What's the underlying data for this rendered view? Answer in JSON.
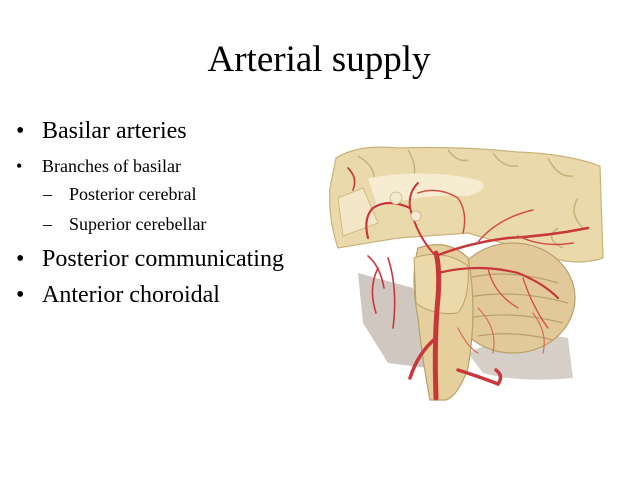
{
  "slide": {
    "title": "Arterial supply",
    "bullets": [
      {
        "mark": "•",
        "text": "Basilar arteries"
      },
      {
        "mark": "•",
        "text": "Branches of basilar"
      },
      {
        "mark": "–",
        "text": "Posterior cerebral"
      },
      {
        "mark": "–",
        "text": "Superior cerebellar"
      },
      {
        "mark": "•",
        "text": "Posterior communicating"
      },
      {
        "mark": "•",
        "text": "Anterior choroidal"
      }
    ]
  },
  "colors": {
    "brain_tissue": "#e8d7a8",
    "brain_shadow": "#c9b27a",
    "artery": "#c8373a",
    "artery_light": "#e07a6a",
    "cerebellum": "#e0c898",
    "stem_gray": "#c8c2bd"
  }
}
